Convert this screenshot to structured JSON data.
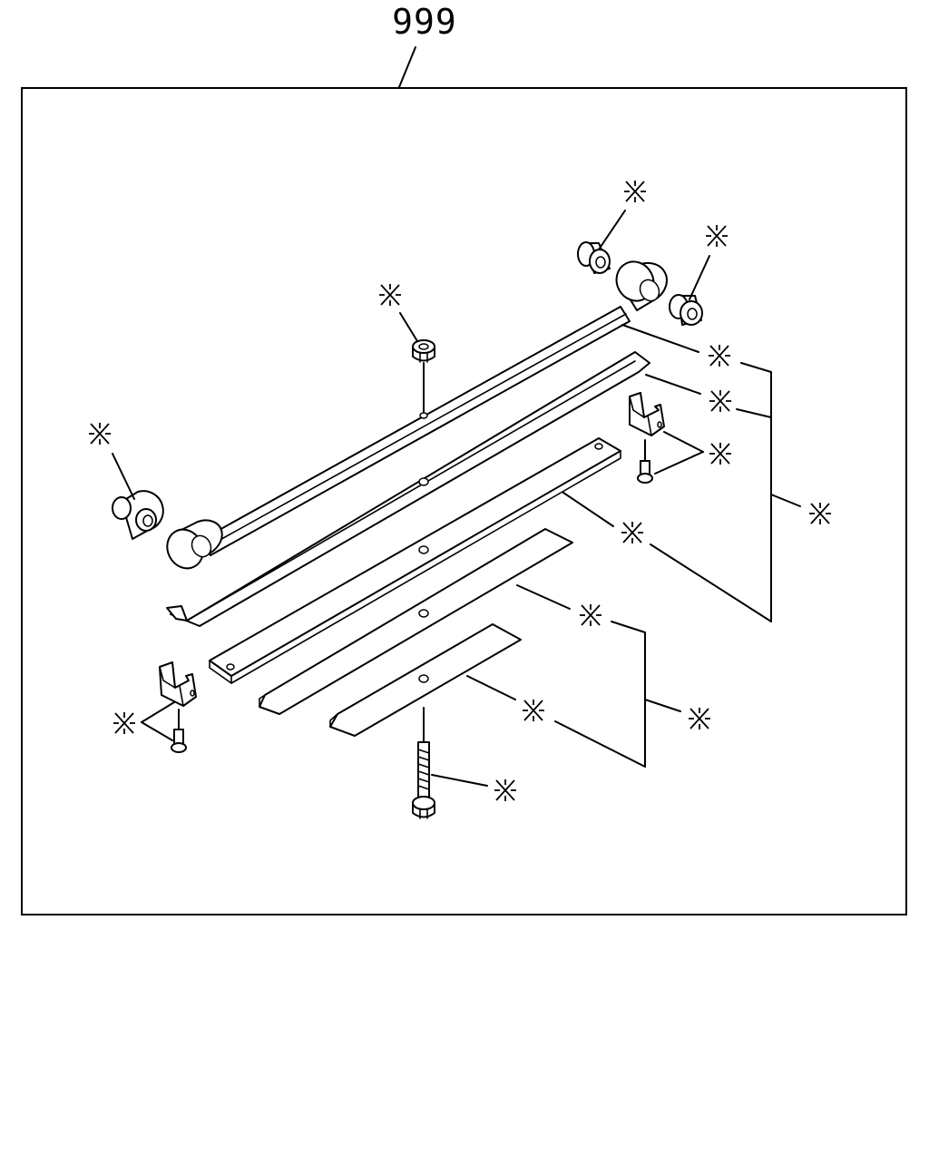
{
  "diagram": {
    "assembly_number": "999",
    "callout_symbol": "※",
    "parts": [
      {
        "name": "bushing-left-eye",
        "callout": "※"
      },
      {
        "name": "bushing-right-eye-upper",
        "callout": "※"
      },
      {
        "name": "bushing-right-eye-lower",
        "callout": "※"
      },
      {
        "name": "center-bolt-nut",
        "callout": "※"
      },
      {
        "name": "main-leaf",
        "callout": "※"
      },
      {
        "name": "second-leaf",
        "callout": "※"
      },
      {
        "name": "rebound-clip-right",
        "callout": "※"
      },
      {
        "name": "third-leaf",
        "callout": "※"
      },
      {
        "name": "leaf-group-1-2-3",
        "callout": "※"
      },
      {
        "name": "fourth-leaf",
        "callout": "※"
      },
      {
        "name": "fifth-leaf",
        "callout": "※"
      },
      {
        "name": "leaf-group-4-5",
        "callout": "※"
      },
      {
        "name": "rebound-clip-left",
        "callout": "※"
      },
      {
        "name": "center-bolt",
        "callout": "※"
      }
    ]
  }
}
